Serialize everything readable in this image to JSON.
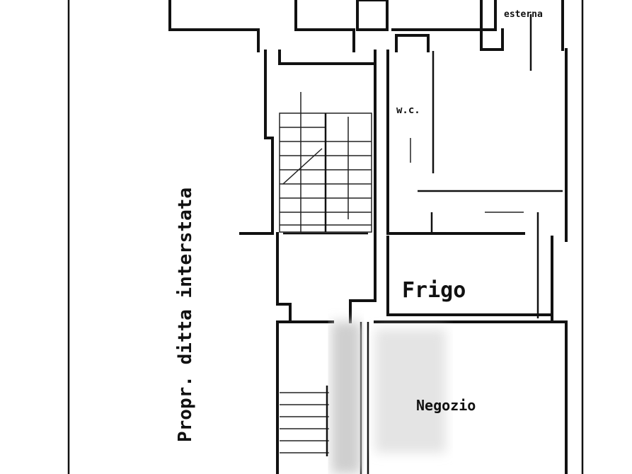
{
  "labels": {
    "side_property": "Propr. ditta interstata",
    "top_right_room": "esterna",
    "wc": "w.c.",
    "frigo": "Frigo",
    "negozio": "Negozio"
  },
  "colors": {
    "ink": "#111111",
    "paper": "#ffffff",
    "blur": "#cfcfcf"
  }
}
